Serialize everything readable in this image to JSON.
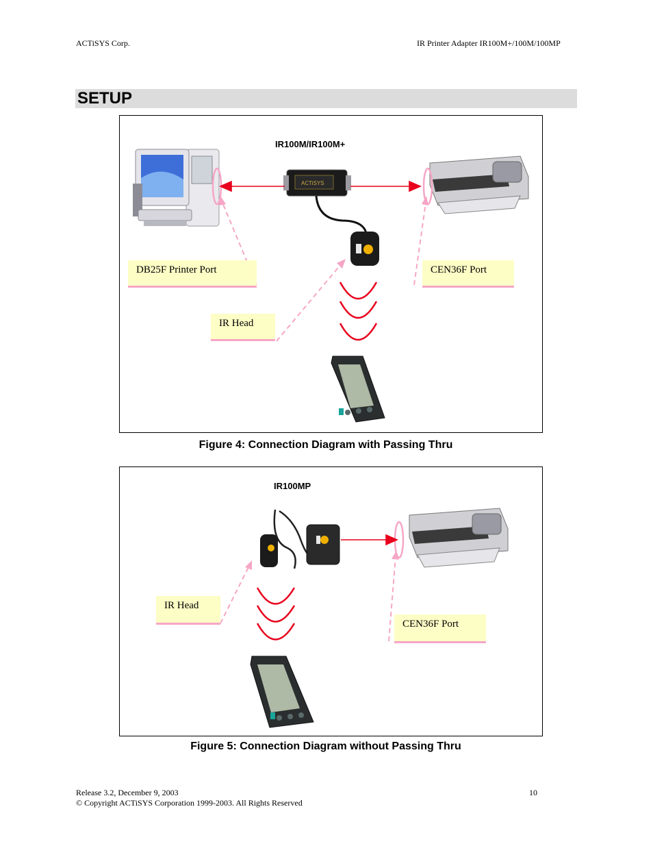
{
  "header": {
    "company": "ACTiSYS Corp.",
    "product": "IR Printer Adapter IR100M+/100M/100MP"
  },
  "section": {
    "title": "SETUP"
  },
  "figure4": {
    "device_label": "IR100M/IR100M+",
    "labels": {
      "printer_port": "DB25F Printer Port",
      "printer_side_port": "CEN36F Port",
      "ir_head": "IR Head"
    },
    "caption": "Figure 4: Connection Diagram with Passing Thru"
  },
  "figure5": {
    "device_label": "IR100MP",
    "labels": {
      "ir_head": "IR Head",
      "printer_side_port": "CEN36F Port"
    },
    "caption": "Figure 5: Connection Diagram without Passing Thru"
  },
  "footer": {
    "release": "Release 3.2,  December  9, 2003",
    "copyright": "© Copyright ACTiSYS Corporation 1999-2003. All Rights Reserved",
    "page_number": "10"
  },
  "colors": {
    "arrow_red": "#e8001c",
    "pink_dash": "#f6a6c6",
    "note_bg": "#fdfdc6",
    "section_bar": "#dcdcdc"
  }
}
